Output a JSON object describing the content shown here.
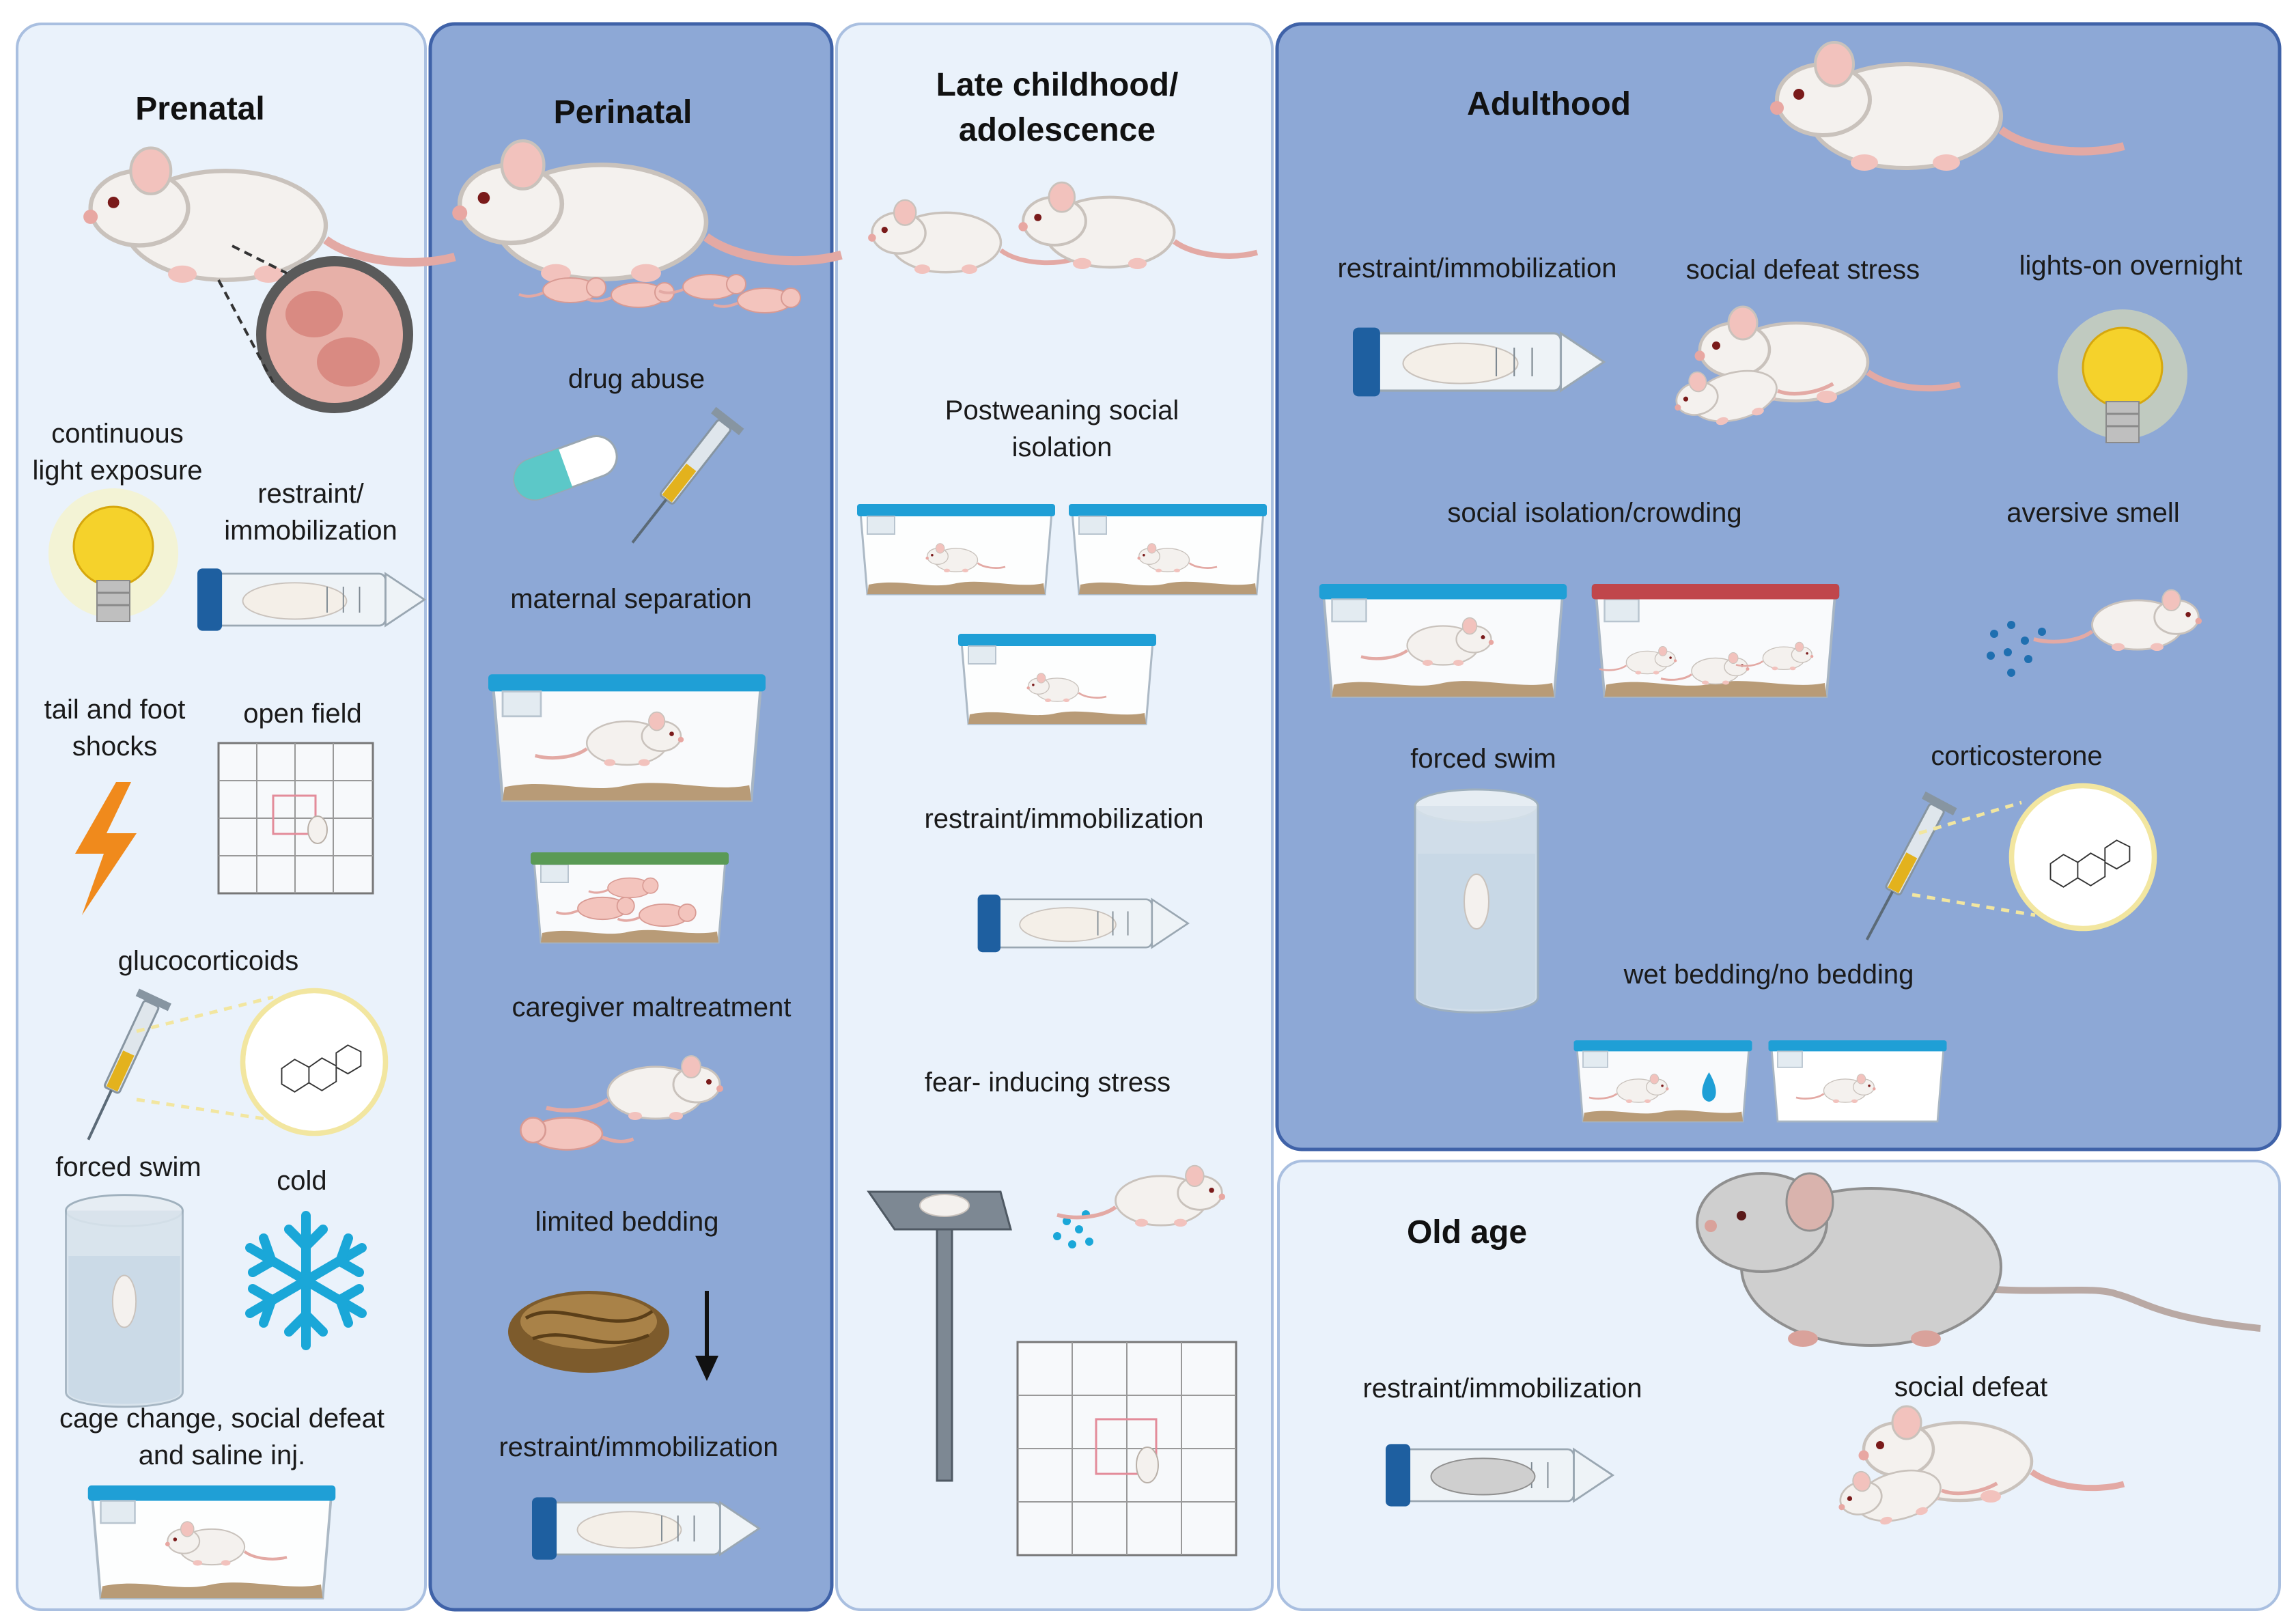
{
  "colors": {
    "panel_light_fill": "#eaf2fb",
    "panel_dark_fill": "#8da8d6",
    "panel_border": "#a9bfe0",
    "panel_dark_border": "#3f62a8",
    "cage_lid_blue": "#1f9fd6",
    "cage_lid_red": "#c0464b",
    "cage_lid_green": "#5a9a55",
    "tube_cap": "#1e5fa0",
    "bulb_yellow": "#f5d22b",
    "snowflake": "#1aa7d8",
    "bolt": "#f08a1c"
  },
  "prenatal": {
    "title": "Prenatal",
    "continuous_light": "continuous light exposure",
    "continuous_light_lines": [
      "continuous",
      "light exposure"
    ],
    "restraint_lines": [
      "restraint/",
      "immobilization"
    ],
    "shocks_lines": [
      "tail and foot",
      "shocks"
    ],
    "open_field": "open field",
    "glucocorticoids": "glucocorticoids",
    "forced_swim": "forced swim",
    "cold": "cold",
    "cage_change_lines": [
      "cage change, social defeat",
      "and saline inj."
    ]
  },
  "perinatal": {
    "title": "Perinatal",
    "drug_abuse": "drug abuse",
    "maternal_separation": "maternal separation",
    "caregiver_maltreatment": "caregiver maltreatment",
    "limited_bedding": "limited bedding",
    "restraint": "restraint/immobilization"
  },
  "late_childhood": {
    "title_lines": [
      "Late childhood/",
      "adolescence"
    ],
    "postweaning_lines": [
      "Postweaning social",
      "isolation"
    ],
    "restraint": "restraint/immobilization",
    "fear": "fear- inducing stress"
  },
  "adulthood": {
    "title": "Adulthood",
    "restraint": "restraint/immobilization",
    "social_defeat_stress": "social defeat stress",
    "lights_on": "lights-on overnight",
    "isolation_crowding": "social isolation/crowding",
    "aversive_smell": "aversive smell",
    "forced_swim": "forced swim",
    "corticosterone": "corticosterone",
    "wet_bedding": "wet bedding/no bedding"
  },
  "old_age": {
    "title": "Old age",
    "restraint": "restraint/immobilization",
    "social_defeat": "social defeat"
  }
}
